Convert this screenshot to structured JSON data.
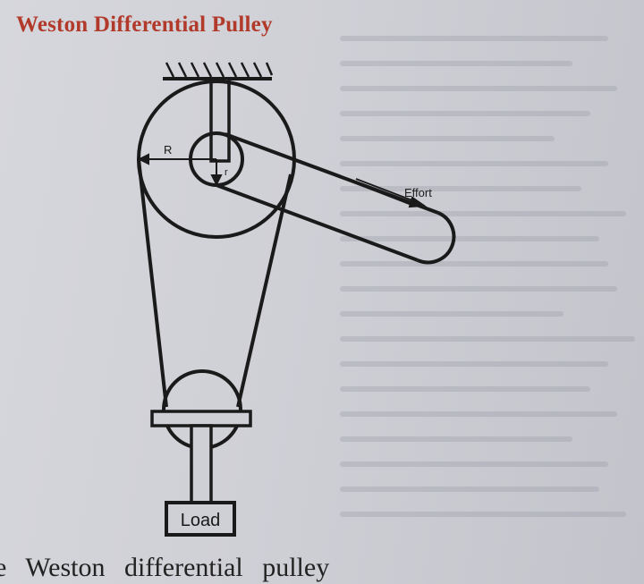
{
  "section": {
    "title": "Weston Differential Pulley"
  },
  "diagram": {
    "labels": {
      "big_radius": "R",
      "small_radius": "r",
      "effort": "Effort",
      "load": "Load"
    }
  },
  "body": {
    "text_fragment": "e Weston differential pulley"
  }
}
